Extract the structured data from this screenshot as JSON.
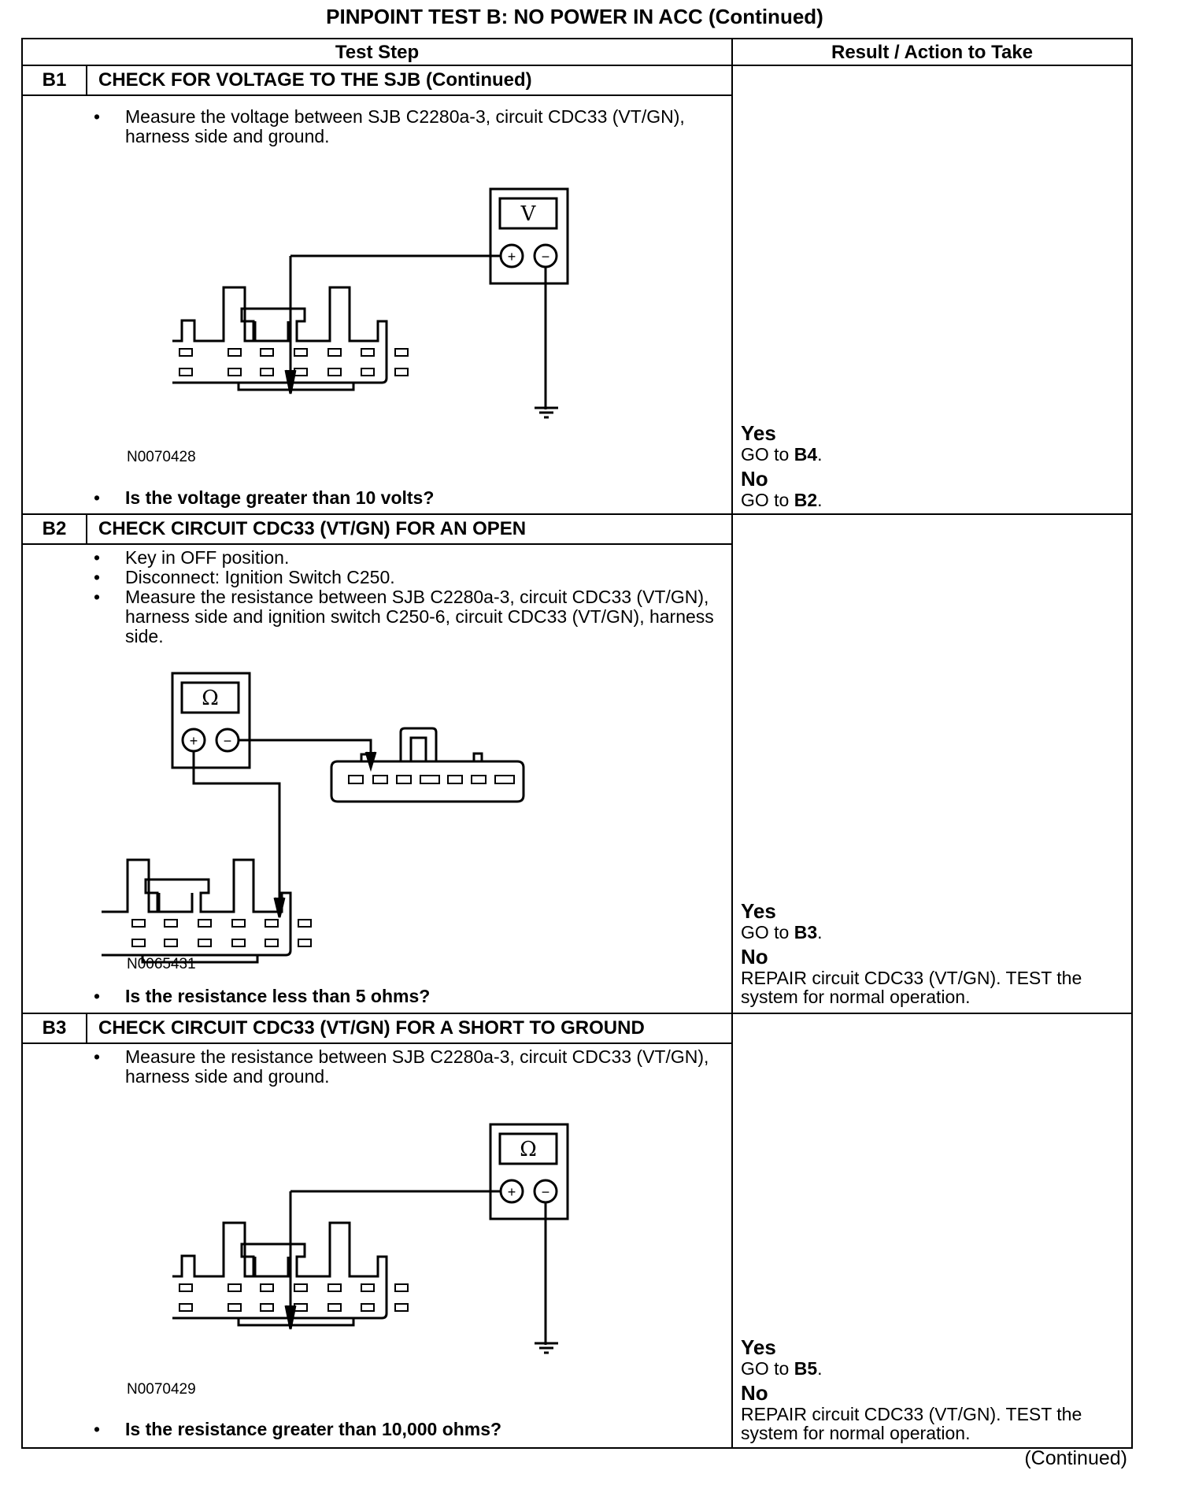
{
  "title": "PINPOINT TEST B: NO POWER IN ACC (Continued)",
  "headers": {
    "test_step": "Test Step",
    "result": "Result / Action to Take"
  },
  "steps": [
    {
      "id": "B1",
      "heading": "CHECK FOR VOLTAGE TO THE SJB (Continued)",
      "bullets": [
        "Measure the voltage between SJB C2280a-3, circuit CDC33 (VT/GN), harness side and ground."
      ],
      "meter_symbol": "V",
      "figure_id": "N0070428",
      "question": "Is the voltage greater than 10 volts?",
      "yes_label": "Yes",
      "yes_go": "GO to ",
      "yes_target": "B4",
      "no_label": "No",
      "no_go": "GO to ",
      "no_target": "B2"
    },
    {
      "id": "B2",
      "heading": "CHECK CIRCUIT CDC33 (VT/GN) FOR AN OPEN",
      "bullets": [
        "Key in OFF position.",
        "Disconnect: Ignition Switch C250.",
        "Measure the resistance between SJB C2280a-3, circuit CDC33 (VT/GN), harness side and ignition switch C250-6, circuit CDC33 (VT/GN), harness side."
      ],
      "meter_symbol": "Ω",
      "figure_id": "N0065431",
      "question": "Is the resistance less than 5 ohms?",
      "yes_label": "Yes",
      "yes_go": "GO to ",
      "yes_target": "B3",
      "no_label": "No",
      "no_text": "REPAIR circuit CDC33 (VT/GN). TEST the system for normal operation."
    },
    {
      "id": "B3",
      "heading": "CHECK CIRCUIT CDC33 (VT/GN) FOR A SHORT TO GROUND",
      "bullets": [
        "Measure the resistance between SJB C2280a-3, circuit CDC33 (VT/GN), harness side and ground."
      ],
      "meter_symbol": "Ω",
      "figure_id": "N0070429",
      "question": "Is the resistance greater than 10,000 ohms?",
      "yes_label": "Yes",
      "yes_go": "GO to ",
      "yes_target": "B5",
      "no_label": "No",
      "no_text": "REPAIR circuit CDC33 (VT/GN). TEST the system for normal operation."
    }
  ],
  "meter_plus": "+",
  "meter_minus": "−",
  "continued": "(Continued)"
}
